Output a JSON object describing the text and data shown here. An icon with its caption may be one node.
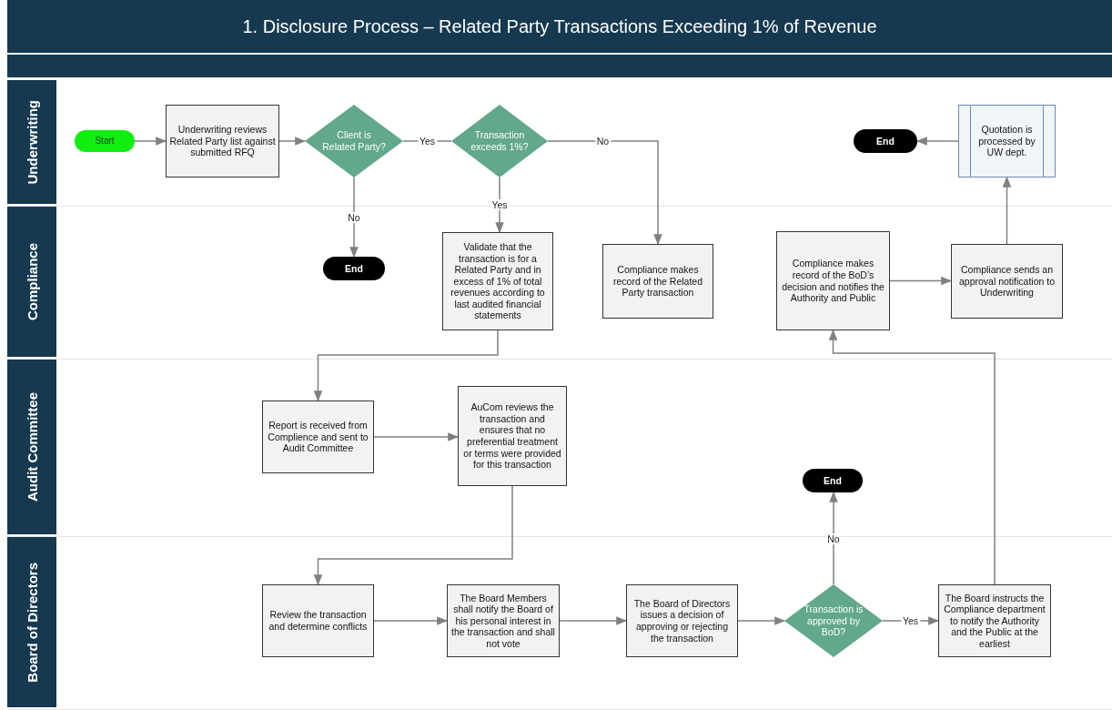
{
  "diagram": {
    "title": "1. Disclosure Process – Related Party Transactions Exceeding 1% of Revenue",
    "nodes": [
      {
        "text": [
          "Underwriting"
        ]
      },
      {
        "text": [
          "Compliance"
        ]
      },
      {
        "text": [
          "Audit Committee"
        ]
      },
      {
        "text": [
          "Board of Directors"
        ]
      },
      {
        "text": [
          "Start"
        ],
        "in": 0
      },
      {
        "text": [
          "Underwriting reviews Related Party list against submitted RFQ"
        ],
        "in": 0
      },
      {
        "text": [
          "Client is Related Party?"
        ],
        "in": 0
      },
      {
        "text": [
          "Transaction exceeds 1%?"
        ],
        "in": 0
      },
      {
        "text": [
          "End"
        ],
        "in": 0
      },
      {
        "text": [
          "Quotation is processed by UW dept."
        ],
        "in": 0
      },
      {
        "text": [
          "End"
        ],
        "in": 1
      },
      {
        "text": [
          "Validate that the transaction is for a Related Party and in excess of 1% of total revenues according to last audited financial statements"
        ],
        "in": 1
      },
      {
        "text": [
          "Compliance makes record of the Related Party transaction"
        ],
        "in": 1
      },
      {
        "text": [
          "Compliance makes record of the BoD’s decision and notifies the Authority and Public"
        ],
        "in": 1
      },
      {
        "text": [
          "Compliance sends an approval notification to Underwriting"
        ],
        "in": 1
      },
      {
        "text": [
          "Report is received from Complience and sent to Audit Committee"
        ],
        "in": 2
      },
      {
        "text": [
          "AuCom reviews the transaction and ensures that no preferential treatment or terms were provided for this transaction"
        ],
        "in": 2
      },
      {
        "text": [
          "End"
        ],
        "in": 2
      },
      {
        "text": [
          "Review the transaction and determine conflicts"
        ],
        "in": 3
      },
      {
        "text": [
          "The Board Members shall notify the Board of his personal interest in the transaction and shall not vote"
        ],
        "in": 3
      },
      {
        "text": [
          "The Board of Directors issues a decision of approving or rejecting the transaction"
        ],
        "in": 3
      },
      {
        "text": [
          "Transaction is approved by BoD?"
        ],
        "in": 3
      },
      {
        "text": [
          "The Board instructs the Compliance department to notify the Authority and the Public at the earliest"
        ],
        "in": 3
      }
    ],
    "edges": [
      {
        "from": 4,
        "to": 5,
        "arrow": "to"
      },
      {
        "from": 5,
        "to": 6,
        "arrow": "to"
      },
      {
        "from": 6,
        "to": 7,
        "label": "Yes",
        "arrow": "none"
      },
      {
        "from": 6,
        "to": 10,
        "label": "No",
        "arrow": "to"
      },
      {
        "from": 7,
        "to": 11,
        "label": "Yes",
        "arrow": "to"
      },
      {
        "from": 7,
        "to": 12,
        "label": "No",
        "arrow": "to"
      },
      {
        "from": 11,
        "to": 15,
        "arrow": "to"
      },
      {
        "from": 15,
        "to": 16,
        "arrow": "to"
      },
      {
        "from": 16,
        "to": 18,
        "arrow": "to"
      },
      {
        "from": 18,
        "to": 19,
        "arrow": "to"
      },
      {
        "from": 19,
        "to": 20,
        "arrow": "to"
      },
      {
        "from": 20,
        "to": 21,
        "arrow": "to"
      },
      {
        "from": 21,
        "to": 17,
        "label": "No",
        "arrow": "to"
      },
      {
        "from": 21,
        "to": 22,
        "label": "Yes",
        "arrow": "to"
      },
      {
        "from": 22,
        "to": 13,
        "arrow": "to"
      },
      {
        "from": 13,
        "to": 14,
        "arrow": "to"
      },
      {
        "from": 14,
        "to": 9,
        "arrow": "to"
      },
      {
        "from": 9,
        "to": 8,
        "arrow": "to"
      }
    ]
  }
}
